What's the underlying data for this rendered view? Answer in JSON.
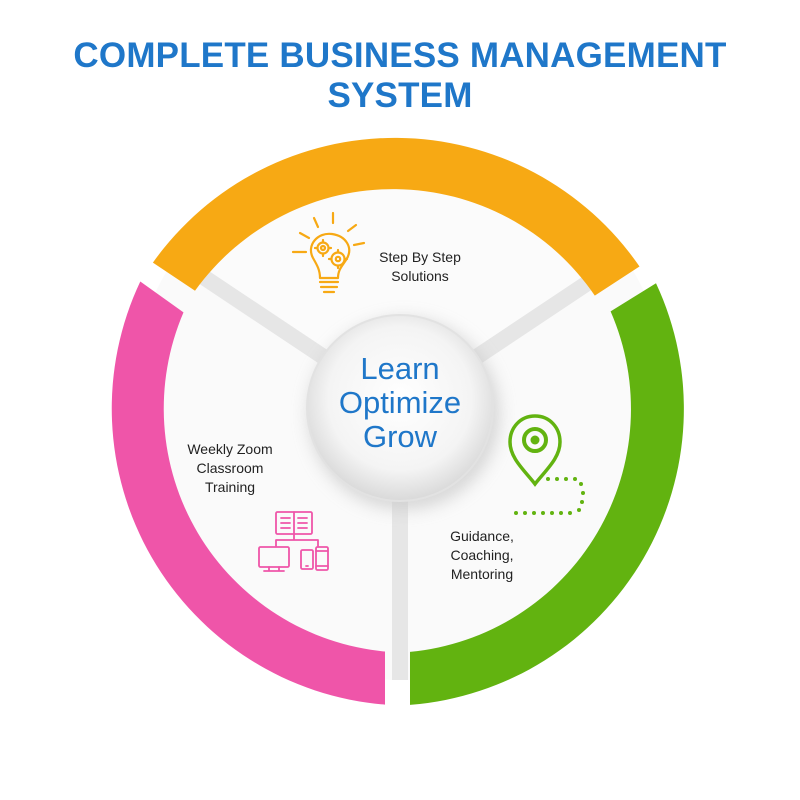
{
  "title": "COMPLETE BUSINESS MANAGEMENT SYSTEM",
  "center": {
    "lines": [
      "Learn",
      "Optimize",
      "Grow"
    ]
  },
  "segments": [
    {
      "id": "top",
      "color": "#f7a914",
      "label_lines": [
        "Step By Step",
        "Solutions"
      ],
      "icon": "lightbulb-gears-icon"
    },
    {
      "id": "right",
      "color": "#62b310",
      "label_lines": [
        "Guidance,",
        "Coaching,",
        "Mentoring"
      ],
      "icon": "location-pin-icon"
    },
    {
      "id": "left",
      "color": "#ef55a9",
      "label_lines": [
        "Weekly Zoom",
        "Classroom",
        "Training"
      ],
      "icon": "devices-training-icon"
    }
  ],
  "colors": {
    "title": "#1f77c9",
    "center_text": "#1f77c9",
    "background": "#ffffff"
  }
}
